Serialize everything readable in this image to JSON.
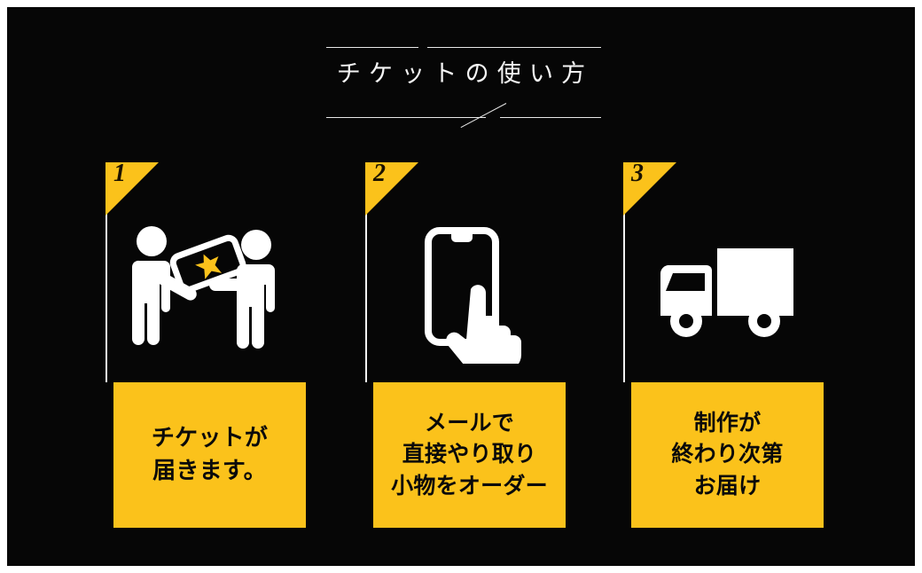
{
  "colors": {
    "background": "#060606",
    "accent_yellow": "#fbc21b",
    "text_light": "#f4f4f4",
    "text_dark": "#0a0a0a"
  },
  "header": {
    "title": "チケットの使い方",
    "divider_top": "horizontal-rule-split",
    "divider_bottom": "horizontal-rule-with-slash"
  },
  "steps": [
    {
      "number": "1",
      "icon": "ticket-handoff-icon",
      "caption_lines": [
        "チケットが",
        "届きます。"
      ]
    },
    {
      "number": "2",
      "icon": "smartphone-tap-icon",
      "caption_lines": [
        "メールで",
        "直接やり取り",
        "小物をオーダー"
      ]
    },
    {
      "number": "3",
      "icon": "delivery-truck-icon",
      "caption_lines": [
        "制作が",
        "終わり次第",
        "お届け"
      ]
    }
  ]
}
